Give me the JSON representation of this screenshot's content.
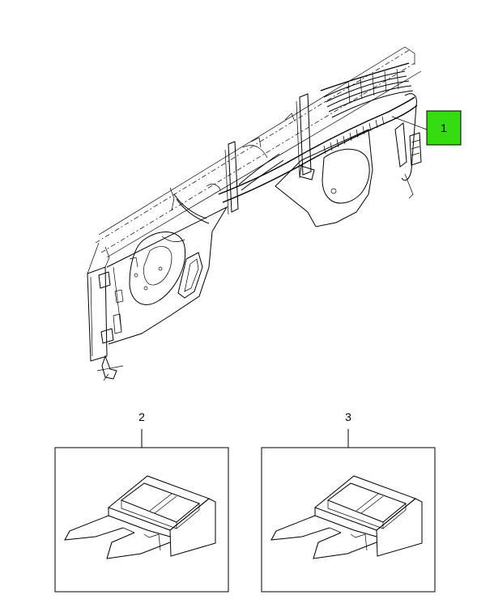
{
  "callouts": {
    "item1": {
      "label": "1",
      "highlight_color": "#33dd11"
    },
    "item2": {
      "label": "2"
    },
    "item3": {
      "label": "3"
    }
  },
  "colors": {
    "line": "#000000",
    "background": "#ffffff",
    "highlight": "#33dd11"
  }
}
